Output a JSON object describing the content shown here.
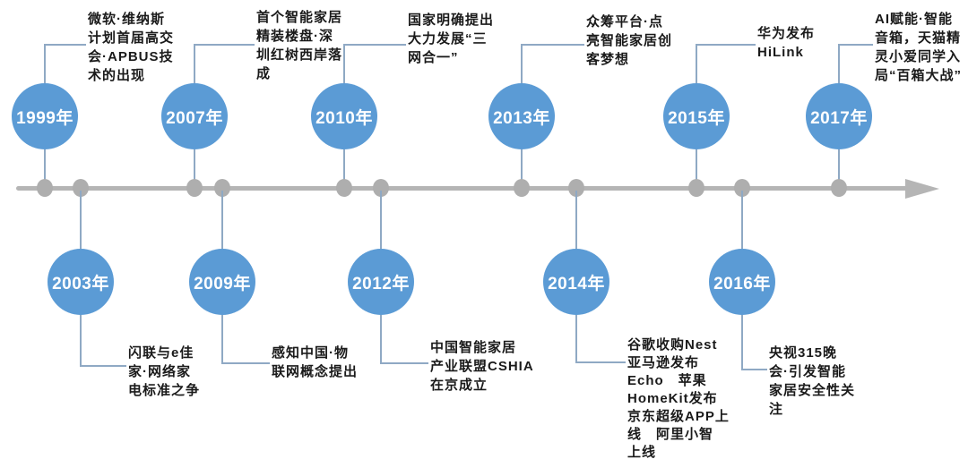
{
  "colors": {
    "background": "#ffffff",
    "circle_fill": "#5b9bd5",
    "year_text": "#ffffff",
    "axis": "#b5b5b5",
    "dot": "#aeaeae",
    "connector": "#8fa9c4",
    "note_text": "#1a1a1a"
  },
  "events": [
    {
      "year": "1999年",
      "position": "top",
      "note": "微软·维纳斯\n计划首届高交\n会·APBUS技\n术的出现"
    },
    {
      "year": "2003年",
      "position": "bottom",
      "note": "闪联与e佳\n家·网络家\n电标准之争"
    },
    {
      "year": "2007年",
      "position": "top",
      "note": "首个智能家居\n精装楼盘·深\n圳红树西岸落\n成"
    },
    {
      "year": "2009年",
      "position": "bottom",
      "note": "感知中国·物\n联网概念提出"
    },
    {
      "year": "2010年",
      "position": "top",
      "note": "国家明确提出\n大力发展“三\n网合一”"
    },
    {
      "year": "2012年",
      "position": "bottom",
      "note": "中国智能家居\n产业联盟CSHIA\n在京成立"
    },
    {
      "year": "2013年",
      "position": "top",
      "note": "众筹平台·点\n亮智能家居创\n客梦想"
    },
    {
      "year": "2014年",
      "position": "bottom",
      "note": "谷歌收购Nest\n亚马逊发布\nEcho　苹果\nHomeKit发布\n京东超级APP上\n线　阿里小智\n上线"
    },
    {
      "year": "2015年",
      "position": "top",
      "note": "华为发布\nHiLink"
    },
    {
      "year": "2016年",
      "position": "bottom",
      "note": "央视315晚\n会·引发智能\n家居安全性关\n注"
    },
    {
      "year": "2017年",
      "position": "top",
      "note": "AI赋能·智能\n音箱，天猫精\n灵小爱同学入\n局“百箱大战”"
    }
  ]
}
